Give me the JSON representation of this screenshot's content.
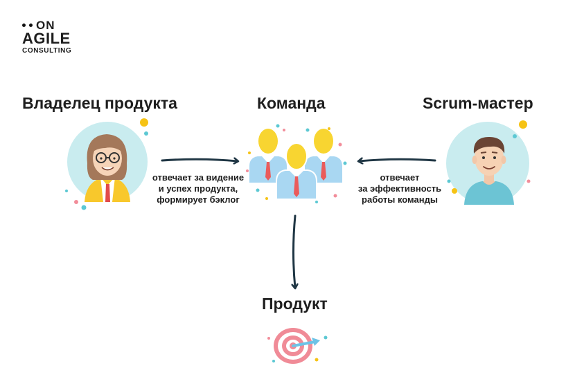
{
  "logo": {
    "top_word": "ON",
    "main_word": "AGILE",
    "sub_word": "CONSULTING"
  },
  "roles": {
    "owner": "Владелец продукта",
    "team": "Команда",
    "scrum": "Scrum-мастер",
    "product": "Продукт"
  },
  "captions": {
    "owner": [
      "отвечает за видение",
      "и успех продукта,",
      "формирует бэклог"
    ],
    "scrum": [
      "отвечает",
      "за эффективность",
      "работы команды"
    ]
  },
  "colors": {
    "circle_teal": "#c9ecef",
    "dot_yellow": "#f6c315",
    "dot_teal": "#5cc8d3",
    "dot_pink": "#f28d9a",
    "team_yellow": "#f8d531",
    "team_blue": "#a9d7f2",
    "tie_red": "#ea5b5b",
    "arrow": "#1f3644",
    "target_pink": "#f08b97",
    "target_blue": "#6dc3e6"
  },
  "icons": [
    "owner-avatar-icon",
    "team-icon",
    "scrum-master-avatar-icon",
    "target-icon",
    "arrow-icon"
  ]
}
